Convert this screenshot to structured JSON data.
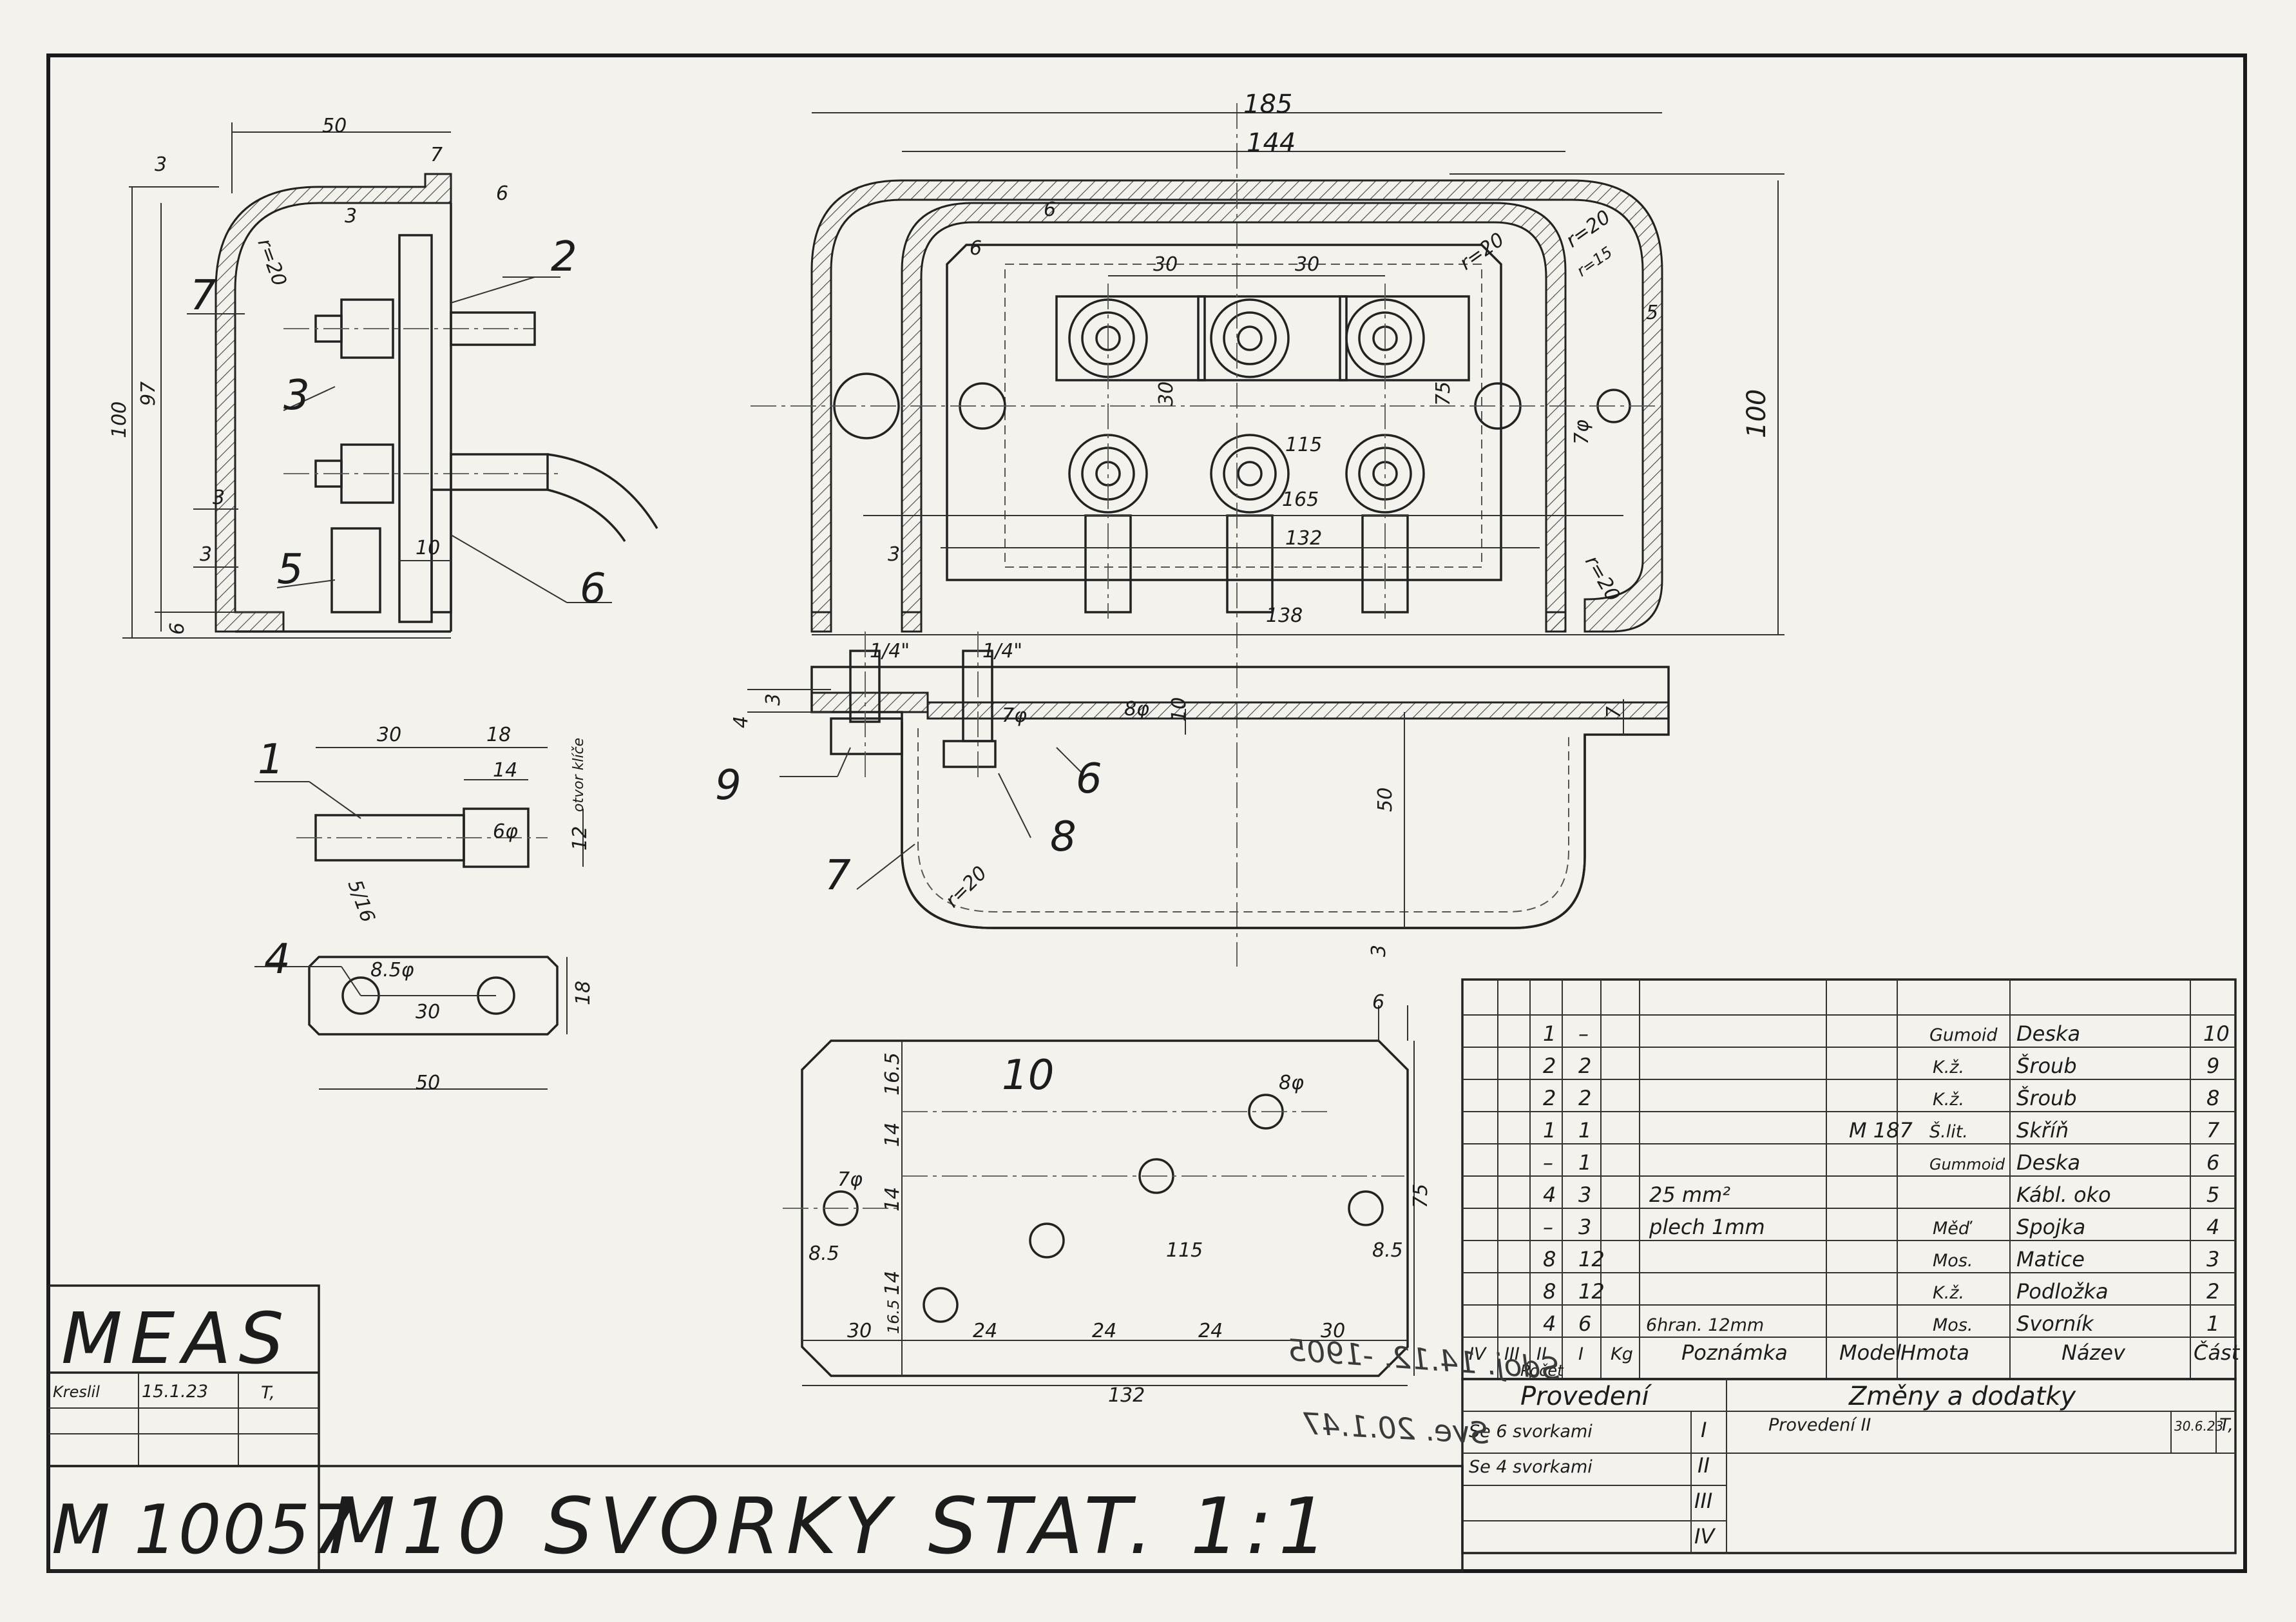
{
  "title_block": {
    "company": "MEAS",
    "drawn_label": "Kreslil",
    "drawn_date": "15.1.23",
    "drawn_initial": "T,",
    "drawing_number": "M 10057",
    "title": "M10  SVORKY STAT.  1:1"
  },
  "stamp": {
    "line1": "Sdoj. 14.12. -1905",
    "line2": "Sve. 20.1.47"
  },
  "parts_table": {
    "header": {
      "col4": "IV",
      "col3": "III",
      "col2": "II",
      "col1": "I",
      "pocet": "Počet",
      "kg": "Kg",
      "poznamka": "Poznámka",
      "model": "Model",
      "hmota": "Hmota",
      "nazev": "Název",
      "cast": "Část"
    },
    "rows": [
      {
        "q2": "1",
        "q1": "–",
        "note": "",
        "model": "",
        "material": "Gumoid",
        "name": "Deska",
        "part": "10"
      },
      {
        "q2": "2",
        "q1": "2",
        "note": "",
        "model": "",
        "material": "K.ž.",
        "name": "Šroub",
        "part": "9"
      },
      {
        "q2": "2",
        "q1": "2",
        "note": "",
        "model": "",
        "material": "K.ž.",
        "name": "Šroub",
        "part": "8"
      },
      {
        "q2": "1",
        "q1": "1",
        "note": "",
        "model": "M 187",
        "material": "Š.lit.",
        "name": "Skříň",
        "part": "7"
      },
      {
        "q2": "–",
        "q1": "1",
        "note": "",
        "model": "",
        "material": "Gummoid",
        "name": "Deska",
        "part": "6"
      },
      {
        "q2": "4",
        "q1": "3",
        "note": "25 mm²",
        "model": "",
        "material": "",
        "name": "Kábl. oko",
        "part": "5"
      },
      {
        "q2": "–",
        "q1": "3",
        "note": "plech 1mm",
        "model": "",
        "material": "Měď",
        "name": "Spojka",
        "part": "4"
      },
      {
        "q2": "8",
        "q1": "12",
        "note": "",
        "model": "",
        "material": "Mos.",
        "name": "Matice",
        "part": "3"
      },
      {
        "q2": "8",
        "q1": "12",
        "note": "",
        "model": "",
        "material": "K.ž.",
        "name": "Podložka",
        "part": "2"
      },
      {
        "q2": "4",
        "q1": "6",
        "note": "6hran. 12mm",
        "model": "",
        "material": "Mos.",
        "name": "Svorník",
        "part": "1"
      }
    ]
  },
  "variants": {
    "header": "Provedení",
    "changes_header": "Změny a dodatky",
    "rows": [
      {
        "label": "Se 6 svorkami",
        "num": "I",
        "change": "Provedení II",
        "date": "30.6.23",
        "initial": "T,"
      },
      {
        "label": "Se 4 svorkami",
        "num": "II",
        "change": "",
        "date": "",
        "initial": ""
      },
      {
        "label": "",
        "num": "III",
        "change": "",
        "date": "",
        "initial": ""
      },
      {
        "label": "",
        "num": "IV",
        "change": "",
        "date": "",
        "initial": ""
      }
    ]
  },
  "part_labels": {
    "p1": "1",
    "p2": "2",
    "p3": "3",
    "p4": "4",
    "p5": "5",
    "p6": "6",
    "p6b": "6",
    "p7": "7",
    "p7b": "7",
    "p8": "8",
    "p9": "9",
    "p10": "10"
  },
  "dimensions": {
    "side": {
      "w50": "50",
      "w7": "7",
      "h3": "3",
      "h6": "6",
      "h3b": "3",
      "r20": "r=20",
      "h100": "100",
      "h97": "97",
      "w3a": "3",
      "w3b": "3",
      "h6b": "6",
      "w10": "10"
    },
    "top": {
      "w185": "185",
      "w144": "144",
      "w6": "6",
      "w6b": "6",
      "w30a": "30",
      "w30b": "30",
      "r20a": "r=20",
      "r20b": "r=20",
      "r15": "r=15",
      "w5": "5",
      "h30": "30",
      "h75": "75",
      "d7": "7φ",
      "h100": "100",
      "w115": "115",
      "w165": "165",
      "w132": "132",
      "w138": "138",
      "w3": "3",
      "r20c": "r=20"
    },
    "front": {
      "q14a": "1/4\"",
      "q14b": "1/4\"",
      "h4": "4",
      "h3": "3",
      "d7": "7φ",
      "d8": "8φ",
      "h10": "10",
      "h7": "7",
      "h50": "50",
      "r20": "r=20",
      "h3b": "3"
    },
    "bolt": {
      "w30": "30",
      "w18": "18",
      "w14": "14",
      "thread": "5/16",
      "d6": "6φ",
      "h12": "12",
      "key": "otvor klíče"
    },
    "link": {
      "d85": "8.5φ",
      "w30": "30",
      "h18": "18",
      "w50": "50"
    },
    "plate": {
      "w6": "6",
      "h165a": "16.5",
      "h14a": "14",
      "h14b": "14",
      "h14c": "14",
      "h165b": "16.5",
      "d7": "7φ",
      "d8": "8φ",
      "w85a": "8.5",
      "w85b": "8.5",
      "w115": "115",
      "h75": "75",
      "w30a": "30",
      "w24a": "24",
      "w24b": "24",
      "w24c": "24",
      "w30b": "30",
      "w132": "132"
    }
  }
}
